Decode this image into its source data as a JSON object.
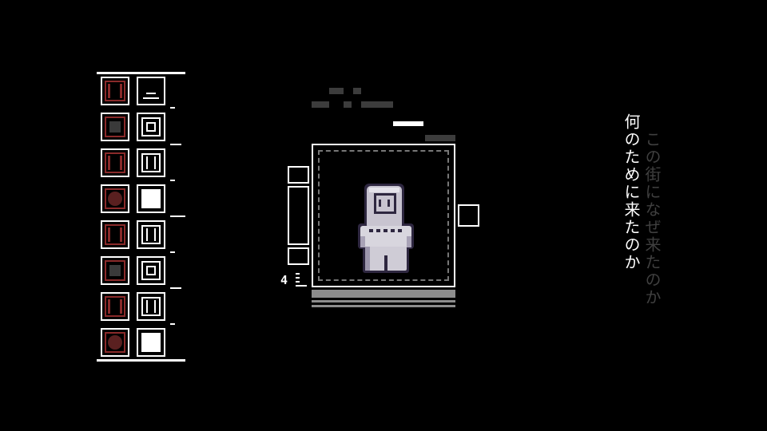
{
  "hud": {
    "counter": "4"
  },
  "dialogue": {
    "primary": "何のために来たのか",
    "secondary": "この街になぜ来たのか"
  },
  "inventory": {
    "rows": [
      {
        "left": "red-bars",
        "right": "white-window"
      },
      {
        "left": "red-square",
        "right": "white-nested"
      },
      {
        "left": "red-bars",
        "right": "white-bars"
      },
      {
        "left": "red-disc",
        "right": "white-filled"
      },
      {
        "left": "red-bars",
        "right": "white-bars"
      },
      {
        "left": "red-square",
        "right": "white-nested"
      },
      {
        "left": "red-bars",
        "right": "white-bars"
      },
      {
        "left": "red-disc",
        "right": "white-filled"
      }
    ]
  },
  "colors": {
    "background": "#000000",
    "foreground": "#ffffff",
    "accent_red": "#8a2a2a",
    "gray": "#3c3c3c"
  },
  "character": {
    "icon": "astronaut-icon"
  }
}
